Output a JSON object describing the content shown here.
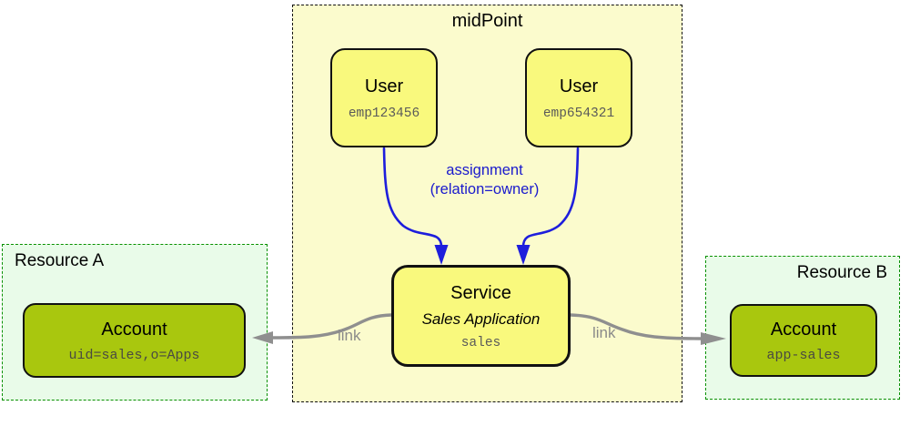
{
  "midpoint": {
    "title": "midPoint"
  },
  "users": [
    {
      "label": "User",
      "name": "emp123456"
    },
    {
      "label": "User",
      "name": "emp654321"
    }
  ],
  "service": {
    "label": "Service",
    "display_name": "Sales Application",
    "name": "sales"
  },
  "resources": [
    {
      "title": "Resource A",
      "account": {
        "label": "Account",
        "identifier": "uid=sales,o=Apps"
      }
    },
    {
      "title": "Resource B",
      "account": {
        "label": "Account",
        "identifier": "app-sales"
      }
    }
  ],
  "connections": {
    "assignment": {
      "line1": "assignment",
      "line2": "(relation=owner)"
    },
    "links": [
      {
        "label": "link"
      },
      {
        "label": "link"
      }
    ]
  },
  "colors": {
    "midpoint_bg": "#FBFBCD",
    "entity_bg": "#F9F97D",
    "account_bg": "#A9C70E",
    "resource_bg": "#E9FBE9",
    "resource_border": "#089000",
    "assignment_blue": "#1E1EDC",
    "link_gray": "#8F8F8F"
  }
}
